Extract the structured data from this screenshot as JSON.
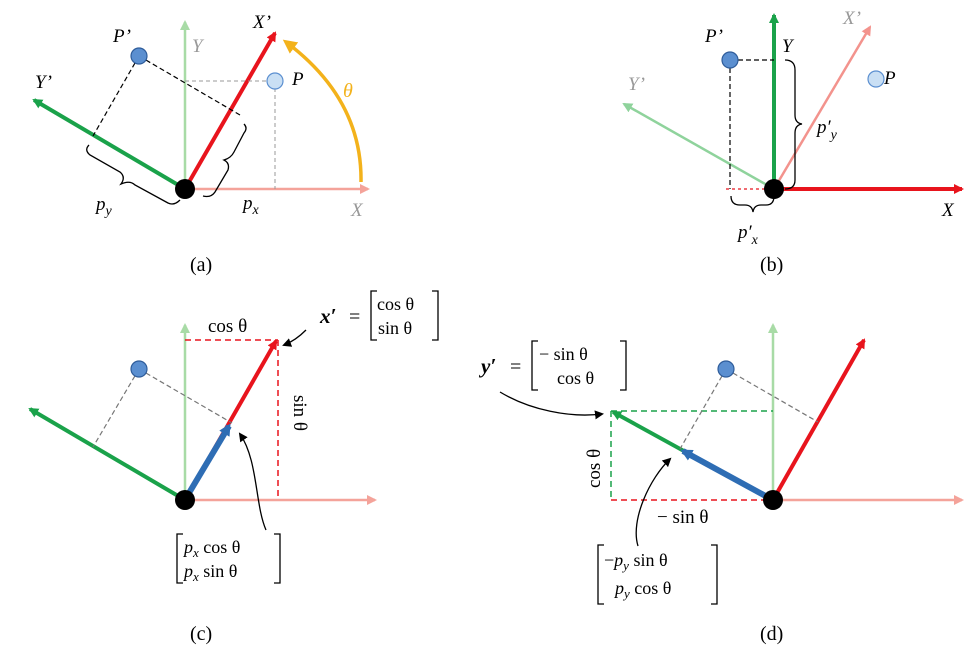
{
  "colors": {
    "x_axis": "#f4a39a",
    "y_axis": "#a8dba6",
    "x_prime": "#e8141d",
    "y_prime": "#1aa24a",
    "x_prime_faded": "#f3938d",
    "y_prime_faded": "#8fd39c",
    "point_rotated": "#5b8fd0",
    "point_original": "#c9dff4",
    "blue_vector": "#2e6db4",
    "theta_arc": "#f3b21b",
    "guide_dash": "#777777",
    "black": "#000000"
  },
  "panel_a": {
    "caption": "(a)",
    "x_axis_label": "X",
    "y_axis_label": "Y",
    "x_prime_label": "X’",
    "y_prime_label": "Y’",
    "p_label": "P",
    "p_prime_label": "P’",
    "theta_label": "θ",
    "px_base": "p",
    "px_sub": "x",
    "py_base": "p",
    "py_sub": "y"
  },
  "panel_b": {
    "caption": "(b)",
    "x_axis_label": "X",
    "y_axis_label": "Y",
    "x_prime_label": "X’",
    "y_prime_label": "Y’",
    "p_label": "P",
    "p_prime_label": "P’",
    "ppx_base": "p′",
    "ppx_sub": "x",
    "ppy_base": "p′",
    "ppy_sub": "y"
  },
  "panel_c": {
    "caption": "(c)",
    "cos_label": "cos θ",
    "sin_label": "sin θ",
    "xprime_vec": "x′",
    "equals": "=",
    "mat_top": "cos θ",
    "mat_bottom": "sin θ",
    "blue_top_base": "p",
    "blue_top_sub": "x",
    "blue_top_rest": " cos θ",
    "blue_bottom_base": "p",
    "blue_bottom_sub": "x",
    "blue_bottom_rest": " sin θ"
  },
  "panel_d": {
    "caption": "(d)",
    "cos_label": "cos θ",
    "minus_sin_label": "− sin θ",
    "yprime_vec": "y′",
    "equals": "=",
    "mat_top": "− sin θ",
    "mat_bottom": "cos θ",
    "blue_top_pre": "−",
    "blue_top_base": "p",
    "blue_top_sub": "y",
    "blue_top_rest": " sin θ",
    "blue_bottom_base": "p",
    "blue_bottom_sub": "y",
    "blue_bottom_rest": " cos θ"
  }
}
